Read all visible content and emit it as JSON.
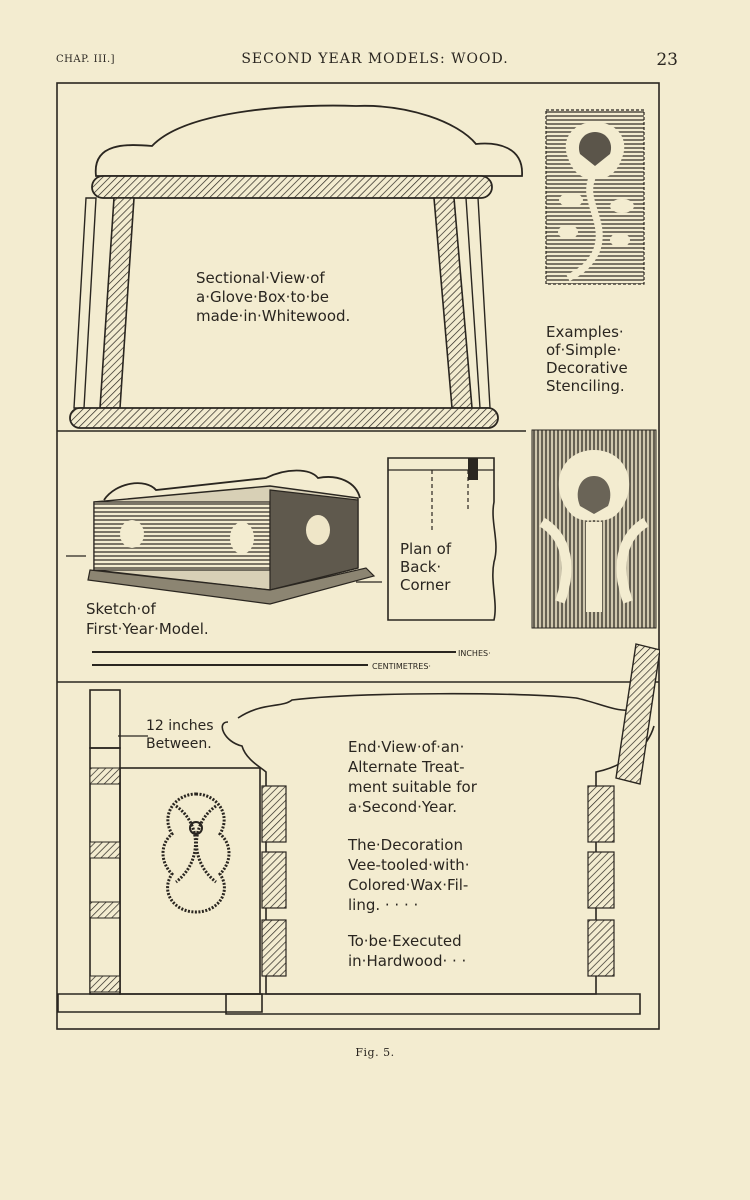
{
  "running_head": {
    "chapter": "CHAP. III.]",
    "title": "SECOND YEAR MODELS: WOOD.",
    "page_number": "23"
  },
  "plate": {
    "sectional_view_label": [
      "Sectional·View·of",
      "a·Glove·Box·to·be",
      "made·in·Whitewood."
    ],
    "stencil_label": [
      "Examples·",
      "of·Simple·",
      "Decorative",
      "Stenciling."
    ],
    "sketch_label": [
      "Sketch·of",
      "First·Year·Model."
    ],
    "plan_label": [
      "Plan of",
      "Back·",
      "Corner"
    ],
    "scale_inches": "INCHES·",
    "scale_centimetres": "CENTIMETRES·",
    "spacing_note": [
      "12 inches",
      "Between."
    ],
    "end_view_text": [
      "End·View·of·an·",
      "Alternate Treat-",
      "ment suitable for",
      "a·Second·Year.",
      "The·Decoration",
      "Vee-tooled·with·",
      "Colored·Wax·Fil-",
      "ling. · · · ·",
      "To·be·Executed",
      "in·Hardwood· · ·"
    ]
  },
  "caption": "Fig. 5."
}
